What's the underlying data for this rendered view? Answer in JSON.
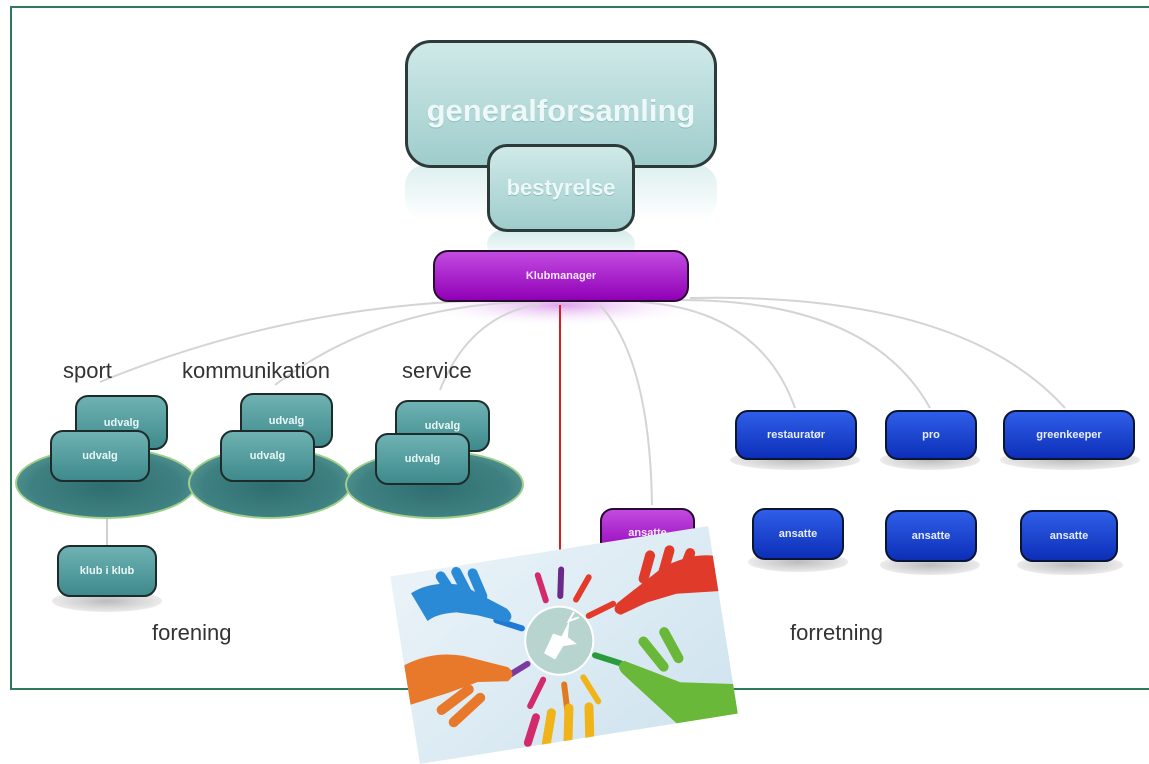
{
  "diagram": {
    "top_node": "generalforsamling",
    "board_node": "bestyrelse",
    "manager_node": "Klubmanager",
    "group_labels": {
      "sport": "sport",
      "kommunikation": "kommunikation",
      "service": "service"
    },
    "committee_boxes": {
      "sport_back": "udvalg",
      "sport_front": "udvalg",
      "kommunikation_back": "udvalg",
      "kommunikation_front": "udvalg",
      "service_back": "udvalg",
      "service_front": "udvalg"
    },
    "club_in_club": "klub i klub",
    "manager_staff": "ansatte",
    "business_units": [
      "restauratør",
      "pro",
      "greenkeeper"
    ],
    "business_staff": [
      "ansatte",
      "ansatte",
      "ansatte"
    ],
    "section_labels": {
      "left": "forening",
      "right": "forretning"
    }
  },
  "colors": {
    "frame": "#2e7a5a",
    "teal": "#9fcdcc",
    "purple": "#a21fc8",
    "blue": "#1a3fd0",
    "red_line": "#d62020"
  },
  "logo": {
    "icon": "hands-circle-deer-logo"
  }
}
